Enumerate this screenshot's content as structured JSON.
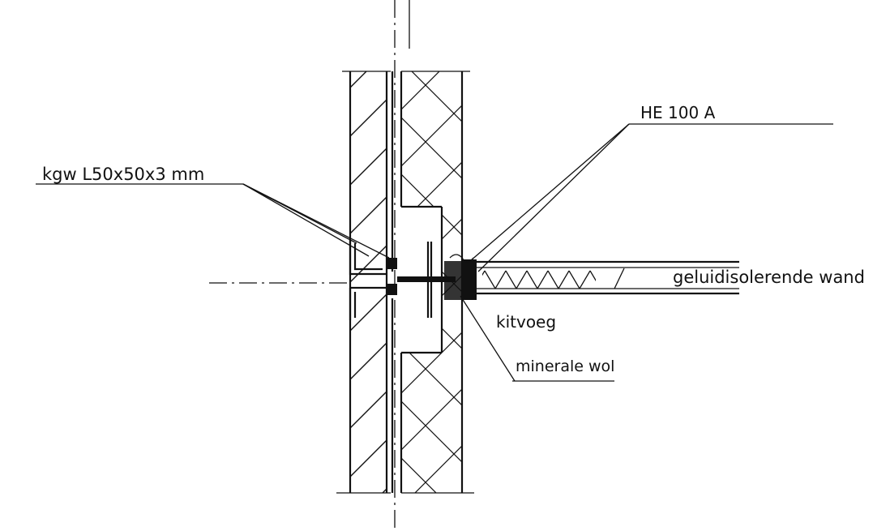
{
  "labels": {
    "angle": "kgw  L50x50x3  mm",
    "beam": "HE  100 A",
    "wall": "geluidisolerende  wand",
    "sealant": "kitvoeg",
    "insulation": "minerale wol"
  },
  "colors": {
    "ink": "#111111",
    "paper": "#ffffff"
  }
}
